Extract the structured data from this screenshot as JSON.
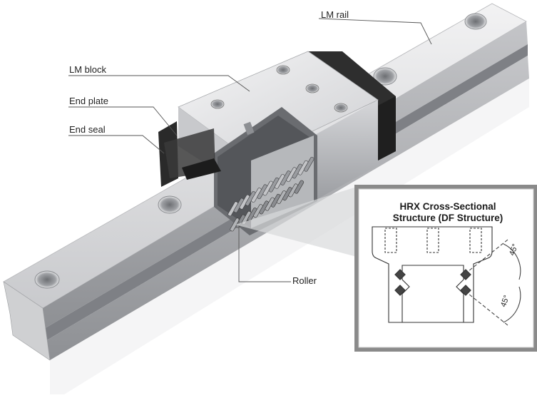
{
  "labels": {
    "lm_rail": "LM rail",
    "lm_block": "LM block",
    "end_plate": "End plate",
    "end_seal": "End seal",
    "roller": "Roller"
  },
  "inset": {
    "title_line1": "HRX Cross-Sectional",
    "title_line2": "Structure (DF Structure)",
    "angle_top": "45°",
    "angle_bottom": "45°"
  },
  "colors": {
    "rail_light": "#d9dadc",
    "rail_shadow": "#a8aaad",
    "block_light": "#e2e3e5",
    "end_plate": "#2b2b2b",
    "inset_border": "#8a8a8a"
  }
}
